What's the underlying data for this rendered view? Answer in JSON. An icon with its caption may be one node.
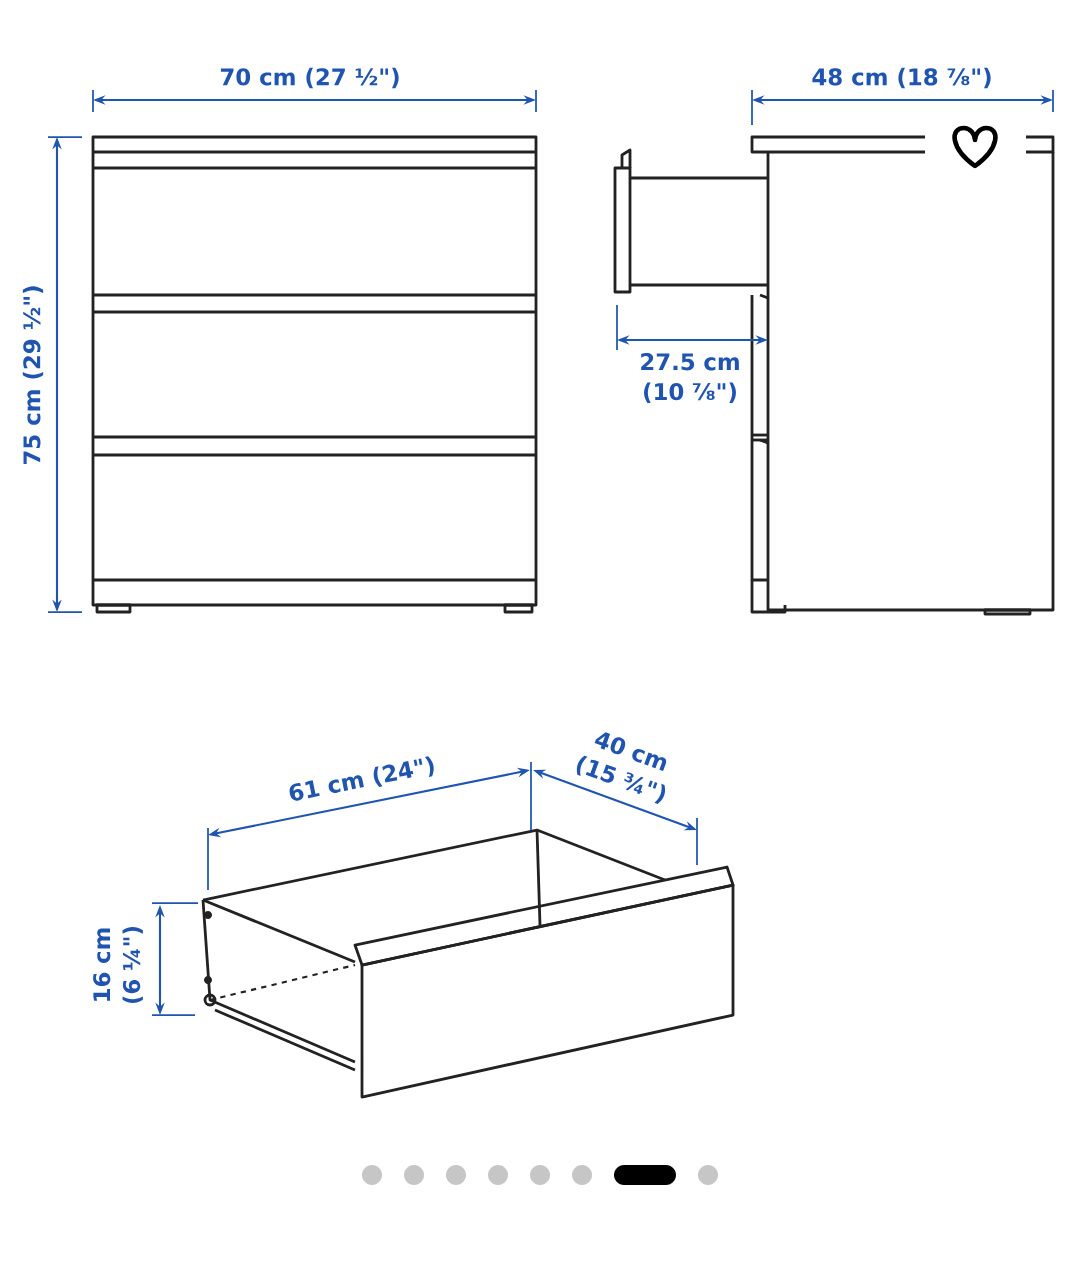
{
  "diagram": {
    "labels": [
      "70 cm (27 ½\")",
      "48 cm (18 ⅞\")",
      "75 cm (29 ½\")",
      "27.5 cm (10 ⅞\")",
      "40 cm (15 ¾\")",
      "61 cm (24\")",
      "16 cm (6 ¼\")"
    ]
  }
}
